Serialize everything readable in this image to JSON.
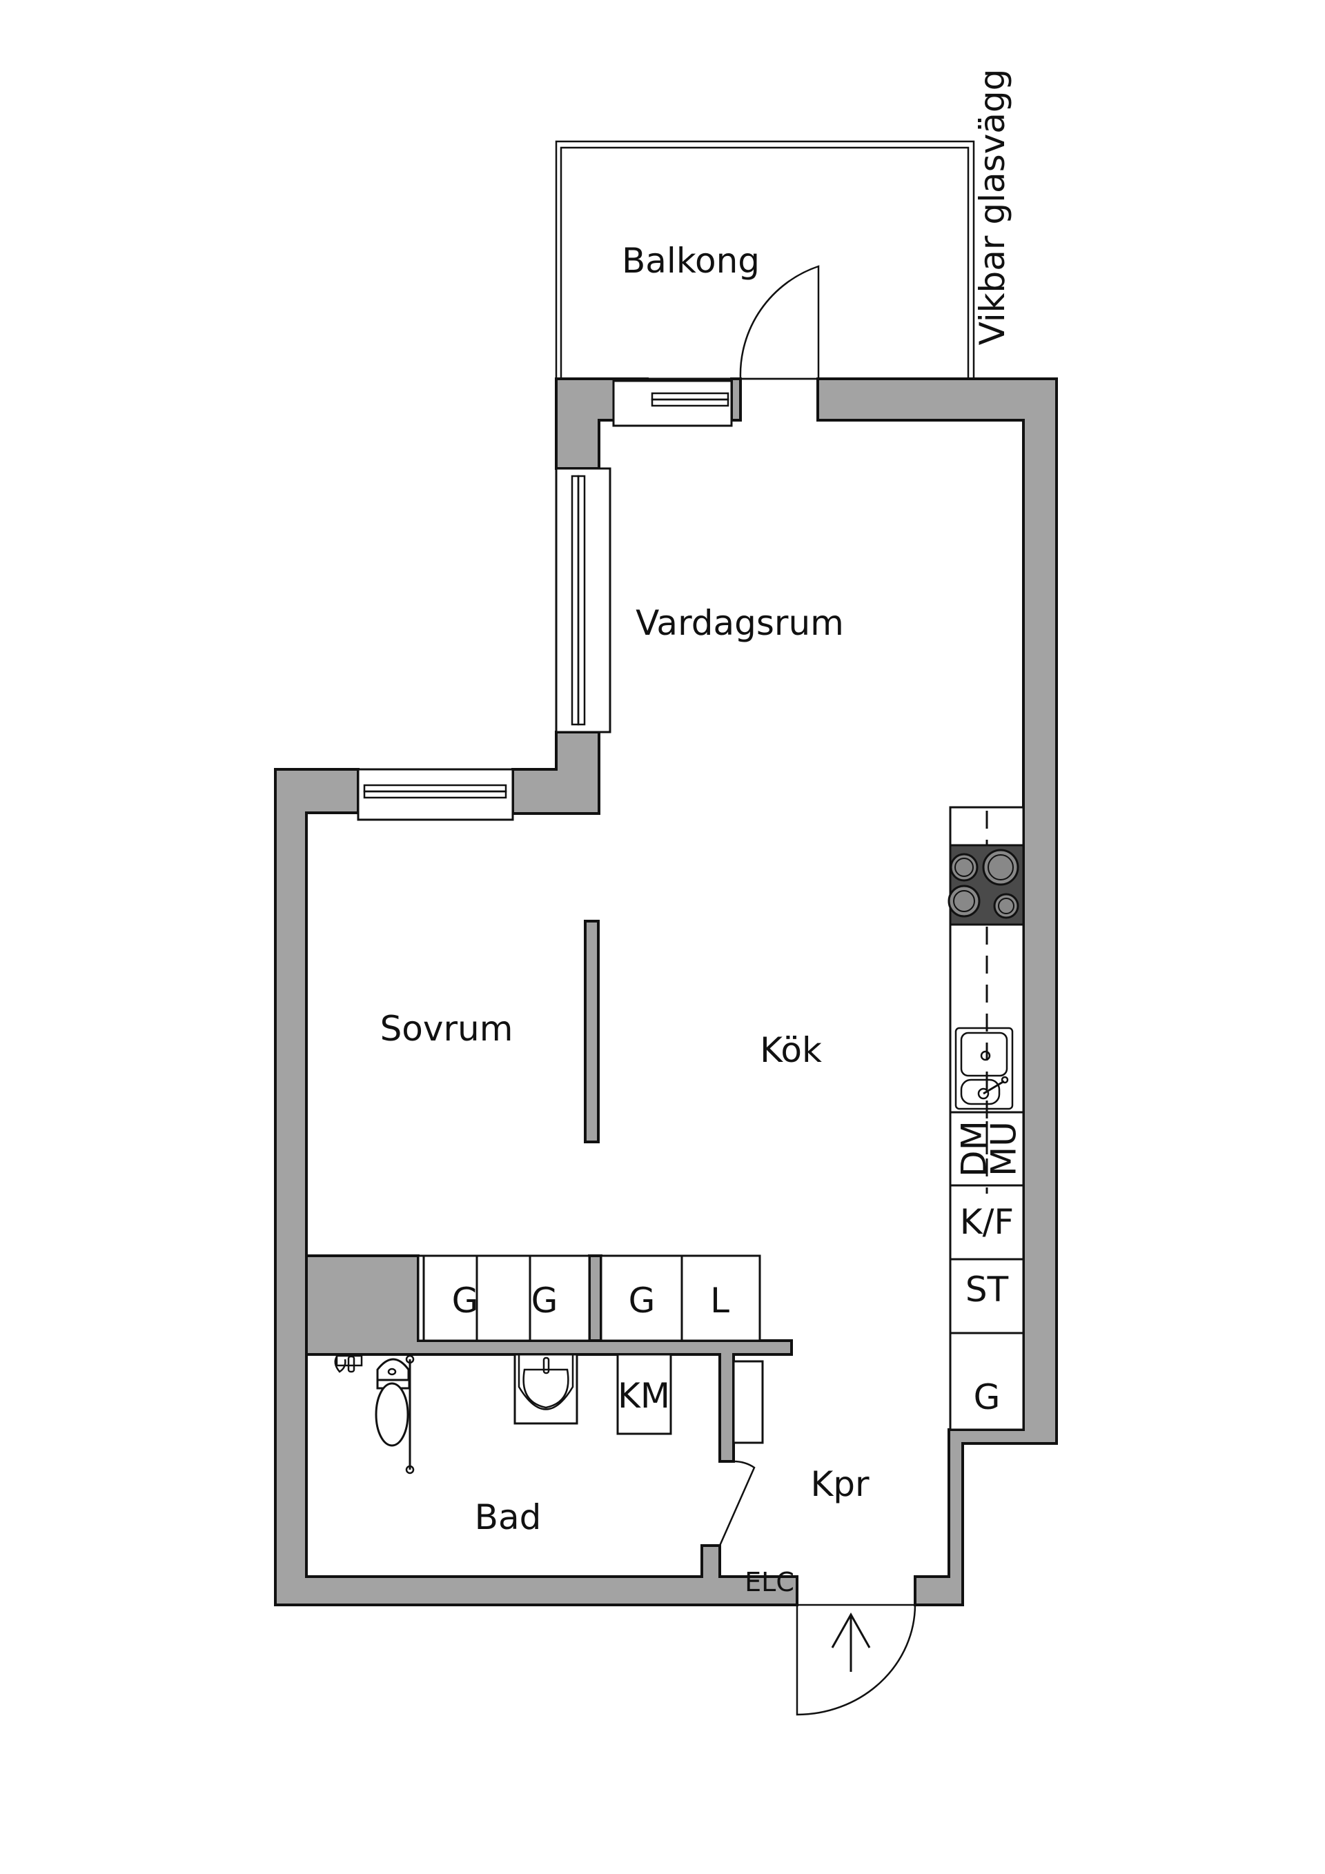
{
  "plan": {
    "title": "Floor plan",
    "wall_color": "#a3a3a3",
    "cooktop_color": "#4a4a4a",
    "rooms": [
      {
        "id": "balkong",
        "label": "Balkong"
      },
      {
        "id": "vardagsrum",
        "label": "Vardagsrum"
      },
      {
        "id": "sovrum",
        "label": "Sovrum"
      },
      {
        "id": "kok",
        "label": "Kök"
      },
      {
        "id": "bad",
        "label": "Bad"
      },
      {
        "id": "kpr",
        "label": "Kpr"
      }
    ],
    "annotations": {
      "glass_wall": "Vikbar glasvägg",
      "electrical": "ELC"
    },
    "wardrobes": [
      "G",
      "G",
      "G",
      "L"
    ],
    "bathroom_units": {
      "washing_machine": "KM"
    },
    "kitchen_units": {
      "dishwasher": "DM",
      "microwave": "MU",
      "fridge_freezer": "K/F",
      "stove": "ST",
      "wardrobe": "G"
    },
    "entrance_arrow": "entrance-arrow"
  }
}
